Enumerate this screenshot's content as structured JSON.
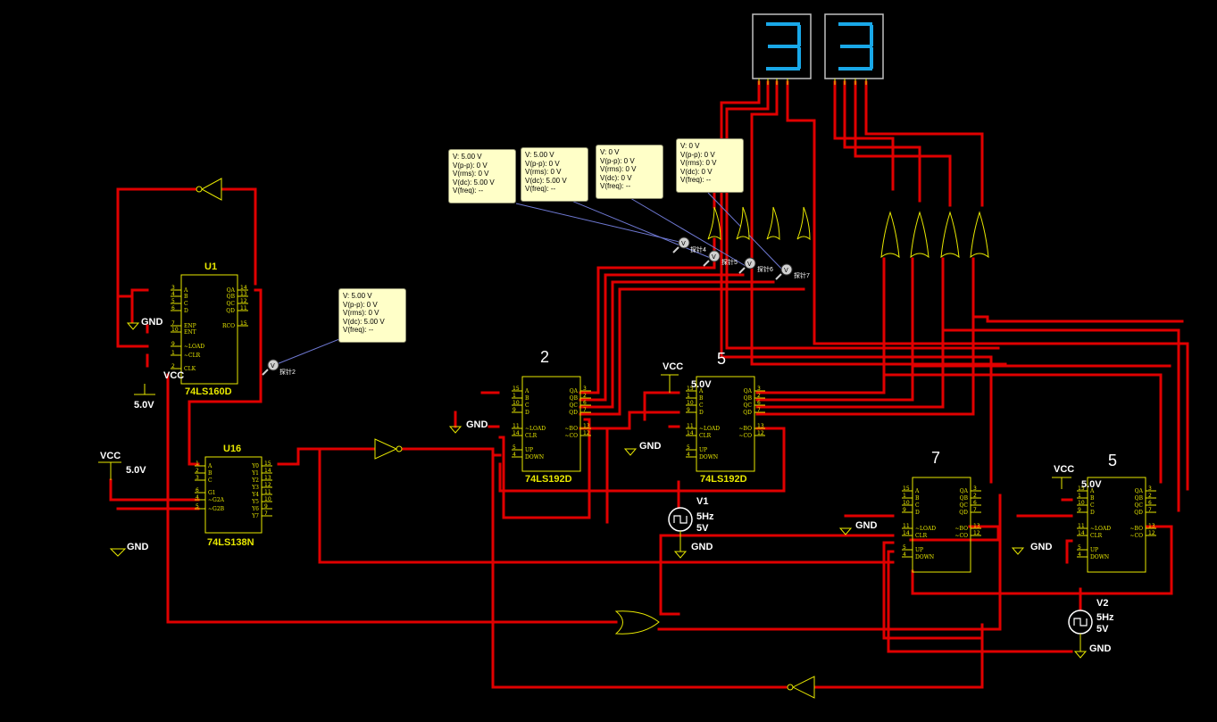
{
  "displays": [
    {
      "digit": "3",
      "color": "#19a8e8"
    },
    {
      "digit": "3",
      "color": "#19a8e8"
    }
  ],
  "probes": [
    {
      "lines": [
        "V: 5.00 V",
        "V(p-p): 0 V",
        "V(rms): 0 V",
        "V(dc): 5.00 V",
        "V(freq): --"
      ]
    },
    {
      "lines": [
        "V: 5.00 V",
        "V(p-p): 0 V",
        "V(rms): 0 V",
        "V(dc): 5.00 V",
        "V(freq): --"
      ]
    },
    {
      "lines": [
        "V: 0 V",
        "V(p-p): 0 V",
        "V(rms): 0 V",
        "V(dc): 0 V",
        "V(freq): --"
      ]
    },
    {
      "lines": [
        "V: 0 V",
        "V(p-p): 0 V",
        "V(rms): 0 V",
        "V(dc): 0 V",
        "V(freq): --"
      ]
    },
    {
      "lines": [
        "V: 5.00 V",
        "V(p-p): 0 V",
        "V(rms): 0 V",
        "V(dc): 5.00 V",
        "V(freq): --"
      ]
    }
  ],
  "probe_labels": {
    "p2": "探针2",
    "p4": "探针4",
    "p5": "探针5",
    "p6": "探针6",
    "p7": "探针7"
  },
  "chips": {
    "u1": {
      "ref": "U1",
      "part": "74LS160D",
      "left_pins": [
        "3",
        "4",
        "5",
        "6",
        "7",
        "10",
        "9",
        "1",
        "2"
      ],
      "left_labels": [
        "A",
        "B",
        "C",
        "D",
        "ENP",
        "ENT",
        "~LOAD",
        "~CLR",
        "CLK"
      ],
      "right_pins": [
        "14",
        "13",
        "12",
        "11",
        "15"
      ],
      "right_labels": [
        "QA",
        "QB",
        "QC",
        "QD",
        "RCO"
      ]
    },
    "u16": {
      "ref": "U16",
      "part": "74LS138N",
      "left_pins": [
        "1",
        "2",
        "3",
        "6",
        "4",
        "5"
      ],
      "left_labels": [
        "A",
        "B",
        "C",
        "G1",
        "~G2A",
        "~G2B"
      ],
      "right_pins": [
        "15",
        "14",
        "13",
        "12",
        "11",
        "10",
        "9",
        "7"
      ],
      "right_labels": [
        "Y0",
        "Y1",
        "Y2",
        "Y3",
        "Y4",
        "Y5",
        "Y6",
        "Y7"
      ]
    },
    "c192a": {
      "ref": "2",
      "part": "74LS192D"
    },
    "c192b": {
      "ref": "5",
      "part": "74LS192D"
    },
    "c192c": {
      "ref": "7",
      "part": ""
    },
    "c192d": {
      "ref": "5",
      "part": ""
    },
    "c192_left_pins": [
      "15",
      "1",
      "10",
      "9",
      "11",
      "14",
      "5",
      "4"
    ],
    "c192_left_labels": [
      "A",
      "B",
      "C",
      "D",
      "~LOAD",
      "CLR",
      "UP",
      "DOWN"
    ],
    "c192_right_pins": [
      "3",
      "2",
      "6",
      "7",
      "13",
      "12"
    ],
    "c192_right_labels": [
      "QA",
      "QB",
      "QC",
      "QD",
      "~BO",
      "~CO"
    ]
  },
  "power": {
    "vcc": "VCC",
    "gnd": "GND",
    "v5": "5.0V"
  },
  "sources": {
    "v1": {
      "name": "V1",
      "freq": "5Hz",
      "amp": "5V"
    },
    "v2": {
      "name": "V2",
      "freq": "5Hz",
      "amp": "5V"
    }
  },
  "colors": {
    "wire": "#e00000",
    "part": "#e8e800",
    "background": "#000000"
  }
}
